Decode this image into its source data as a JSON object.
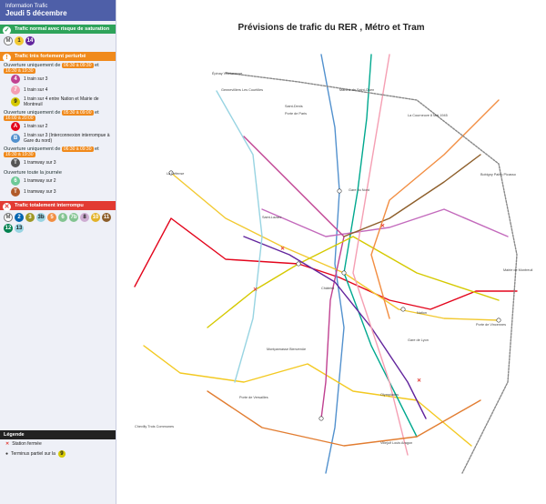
{
  "header": {
    "kicker": "Information Trafic",
    "date": "Jeudi 5 décembre"
  },
  "normal": {
    "label": "Trafic normal avec risque de saturation",
    "lines": [
      {
        "id": "M",
        "color": "#ffffff"
      },
      {
        "id": "1",
        "color": "#f2c931"
      },
      {
        "id": "14",
        "color": "#62259d"
      }
    ]
  },
  "perturbed": {
    "label": "Trafic très fortement perturbé",
    "sections": [
      {
        "title": "Ouverture uniquement de",
        "pills": [
          "06:30 à 09:30",
          "et",
          "16:30 à 19:30"
        ],
        "rows": [
          {
            "line": "4",
            "color": "#c04191",
            "text": "1 train sur 3"
          },
          {
            "line": "7",
            "color": "#f59fb3",
            "text": "1 train sur 4"
          },
          {
            "line": "9",
            "color": "#d5c900",
            "text": "1 train sur 4 entre Nation et Mairie de Montreuil"
          }
        ]
      },
      {
        "title": "Ouverture uniquement de",
        "pills": [
          "05:30 à 09:00",
          "et",
          "16:00 à 20:00"
        ],
        "rows": [
          {
            "line": "A",
            "color": "#e3051c",
            "text": "1 train sur 2"
          },
          {
            "line": "B",
            "color": "#5291ce",
            "text": "1 train sur 3 (Interconnexion interrompue à Gare du nord)"
          }
        ]
      },
      {
        "title": "Ouverture uniquement de",
        "pills": [
          "06:30 à 09:30",
          "et",
          "16:30 à 19:30"
        ],
        "rows": [
          {
            "line": "T",
            "color": "#555555",
            "text": "1 tramway sur 3"
          }
        ]
      },
      {
        "title": "Ouverture toute la journée",
        "pills": [],
        "rows": [
          {
            "line": "6",
            "color": "#6eca97",
            "text": "1 tramway sur 2"
          },
          {
            "line": "T",
            "color": "#b15b2a",
            "text": "1 tramway sur 3"
          }
        ]
      }
    ]
  },
  "interrupted": {
    "label": "Trafic totalement interrompu",
    "lines": [
      "M",
      "2",
      "3",
      "3b",
      "5",
      "6",
      "7b",
      "8",
      "10",
      "11",
      "12",
      "13"
    ]
  },
  "legend": {
    "title": "Légende",
    "items": [
      "Station fermée",
      "Terminus partiel sur la"
    ]
  },
  "map": {
    "title": "Prévisions de trafic du RER , Métro et Tram",
    "stations": [
      "Épinay Villetaneuse",
      "Gennevilliers Les Courtilles",
      "Saint-Denis",
      "Porte de Paris",
      "Marché de Saint-Ouen",
      "La Courneuve 8 Mai 1945",
      "Mairie de Montreuil",
      "Nation",
      "Gare de Lyon",
      "Gare du Nord",
      "Saint-Lazare",
      "Châtelet",
      "La Défense",
      "Montparnasse Bienvenüe",
      "Porte de Vincennes",
      "Olympiades",
      "Porte de Versailles",
      "Chevilly Trois Communes",
      "Villejuif Louis Aragon",
      "Bobigny Pablo Picasso"
    ]
  },
  "colors": {
    "rerA": "#e3051c",
    "rerB": "#5291ce",
    "m1": "#f2c931",
    "m4": "#c04191",
    "m9": "#d5c900",
    "m14": "#62259d"
  }
}
